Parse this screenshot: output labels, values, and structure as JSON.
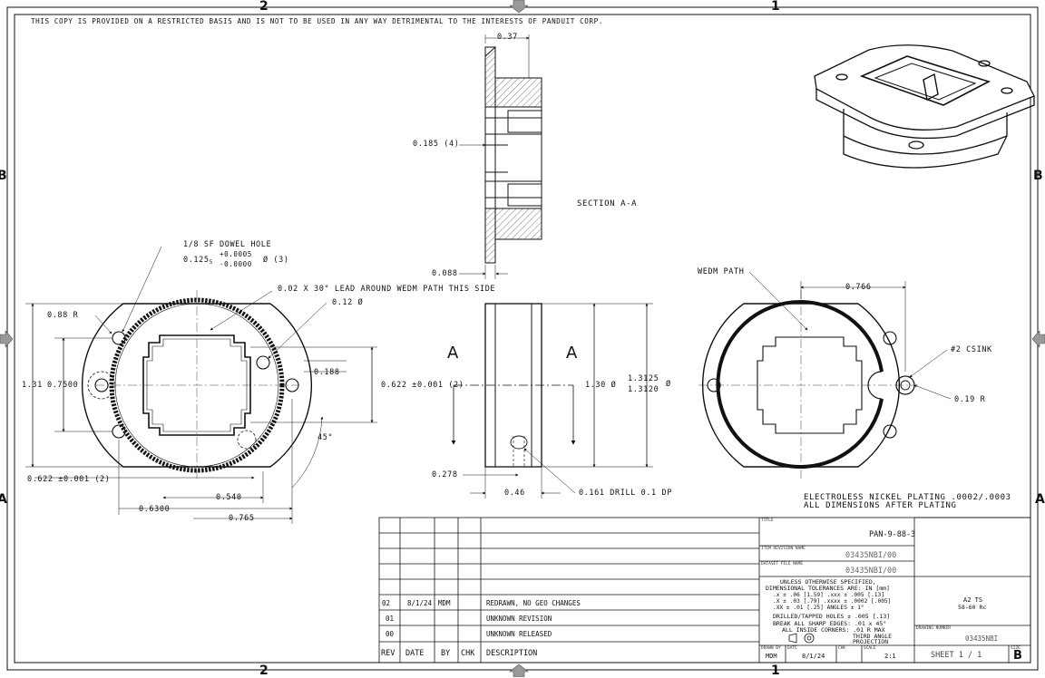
{
  "notice": "THIS COPY IS PROVIDED ON A RESTRICTED BASIS AND IS NOT TO BE USED IN ANY WAY DETRIMENTAL TO THE INTERESTS OF PANDUIT CORP.",
  "zones": {
    "top_left": "2",
    "top_right": "1",
    "bottom_left": "2",
    "bottom_right": "1",
    "left_b": "B",
    "left_a": "A",
    "right_b": "B",
    "right_a": "A"
  },
  "section": {
    "title": "SECTION  A-A",
    "dim_037": "0.37",
    "dim_0185": "0.185 (4)",
    "dim_0088": "0.088"
  },
  "front_view": {
    "dowel_label": "1/8 SF DOWEL HOLE",
    "dowel_dia": "0.125",
    "dowel_sub": "5",
    "dowel_tol_plus": "+0.0005",
    "dowel_tol_minus": "-0.0000",
    "dowel_qty": "Ø (3)",
    "lead_note": "0.02 X 30° LEAD AROUND WEDM PATH THIS SIDE",
    "dim_012": "0.12 Ø",
    "dim_088r": "0.88 R",
    "dim_131": "1.31",
    "dim_07500": "0.7500",
    "dim_0188": "0.188",
    "dim_0622v": "0.622 ±0.001 (2)",
    "dim_45": "45°",
    "dim_0622h": "0.622 ±0.001 (2)",
    "dim_0540": "0.540",
    "dim_06300": "0.6300",
    "dim_0765": "0.765"
  },
  "side_view": {
    "cut_left": "A",
    "cut_right": "A",
    "dim_130": "1.30 Ø",
    "dim_13125": "1.3125",
    "dim_13120": "1.3120",
    "dim_dia": "Ø",
    "dim_0278": "0.278",
    "dim_046": "0.46",
    "drill_note": "0.161 DRILL 0.1 DP"
  },
  "right_view": {
    "wedm": "WEDM PATH",
    "dim_0766": "0.766",
    "csink": "#2 CSINK",
    "dim_019r": "0.19 R"
  },
  "notes": {
    "line1": "ELECTROLESS NICKEL PLATING .0002/.0003",
    "line2": "ALL DIMENSIONS AFTER PLATING"
  },
  "revisions": {
    "headers": [
      "REV",
      "DATE",
      "BY",
      "CHK",
      "DESCRIPTION"
    ],
    "rows": [
      {
        "rev": "02",
        "date": "8/1/24",
        "by": "MDM",
        "chk": "",
        "desc": "REDRAWN, NO GEO CHANGES"
      },
      {
        "rev": "01",
        "date": "",
        "by": "",
        "chk": "",
        "desc": "UNKNOWN REVISION"
      },
      {
        "rev": "00",
        "date": "",
        "by": "",
        "chk": "",
        "desc": "UNKNOWN RELEASED"
      }
    ]
  },
  "title_block": {
    "title_label": "TITLE",
    "title": "PAN-9-88-3",
    "item_label": "ITEM REVISION NAME",
    "item_value": "03435NBI/00",
    "dataset_label": "DATASET FILE NAME",
    "dataset_value": "03435NBI/00",
    "tol_l1": "UNLESS OTHERWISE SPECIFIED,",
    "tol_l2": "DIMENSIONAL TOLERANCES ARE: IN [mm]",
    "tol_l3": ".x ± .06 [1.59]   .xxx ± .005 [.13]",
    "tol_l4": ".X ± .03 [.79]   .xxxx ± .0002 [.005]",
    "tol_l5": ".XX ± .01 [.25]   ANGLES ±  1°",
    "tol_l6": "DRILLED/TAPPED HOLES ± .005 [.13]",
    "tol_l7": "BREAK ALL SHARP EDGES: .01 x 45°",
    "tol_l8": "ALL INSIDE CORNERS: .01 R MAX",
    "tol_l9": "THIRD ANGLE",
    "tol_l10": "PROJECTION",
    "material": "A2 TS",
    "hardness": "58-60 Rc",
    "drawing_label": "DRAWING NUMBER",
    "drawing_number": "03435NBI",
    "drawn_label": "DRAWN BY",
    "drawn_by": "MDM",
    "date_label": "DATE",
    "date": "8/1/24",
    "chk_label": "CHK",
    "scale_label": "SCALE",
    "scale": "2:1",
    "sheet": "SHEET 1 / 1",
    "size_label": "SIZE",
    "size": "B"
  }
}
